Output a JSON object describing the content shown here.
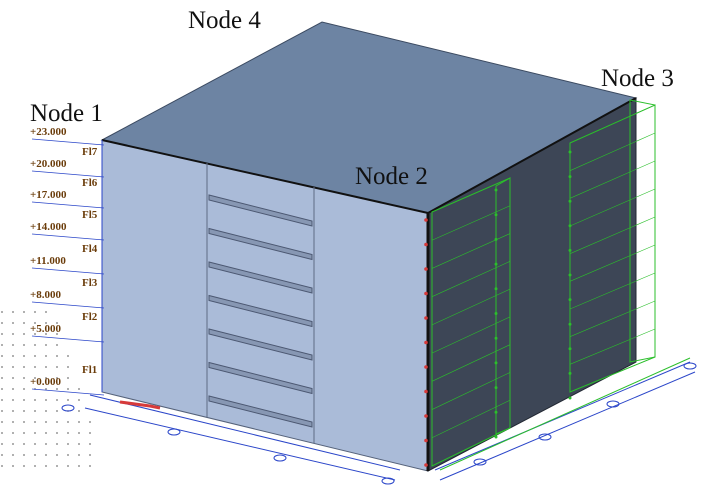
{
  "nodes": {
    "node1": "Node 1",
    "node2": "Node 2",
    "node3": "Node 3",
    "node4": "Node 4"
  },
  "levels": [
    {
      "elevation": "+23.000",
      "floor": ""
    },
    {
      "elevation": "+20.000",
      "floor": "Fl7"
    },
    {
      "elevation": "+17.000",
      "floor": "Fl6"
    },
    {
      "elevation": "+14.000",
      "floor": "Fl5"
    },
    {
      "elevation": "+11.000",
      "floor": "Fl4"
    },
    {
      "elevation": "+8.000",
      "floor": "Fl3"
    },
    {
      "elevation": "+5.000",
      "floor": "Fl2"
    },
    {
      "elevation": "+0.000",
      "floor": "Fl1"
    }
  ],
  "colors": {
    "roof": "#6d84a3",
    "front_face": "#aabbd8",
    "side_face": "#3d4656",
    "grid_green": "#2bbf2b",
    "axis_blue": "#2b46c9",
    "label_brown": "#6b3d0b",
    "marker_red": "#d63a3a"
  }
}
